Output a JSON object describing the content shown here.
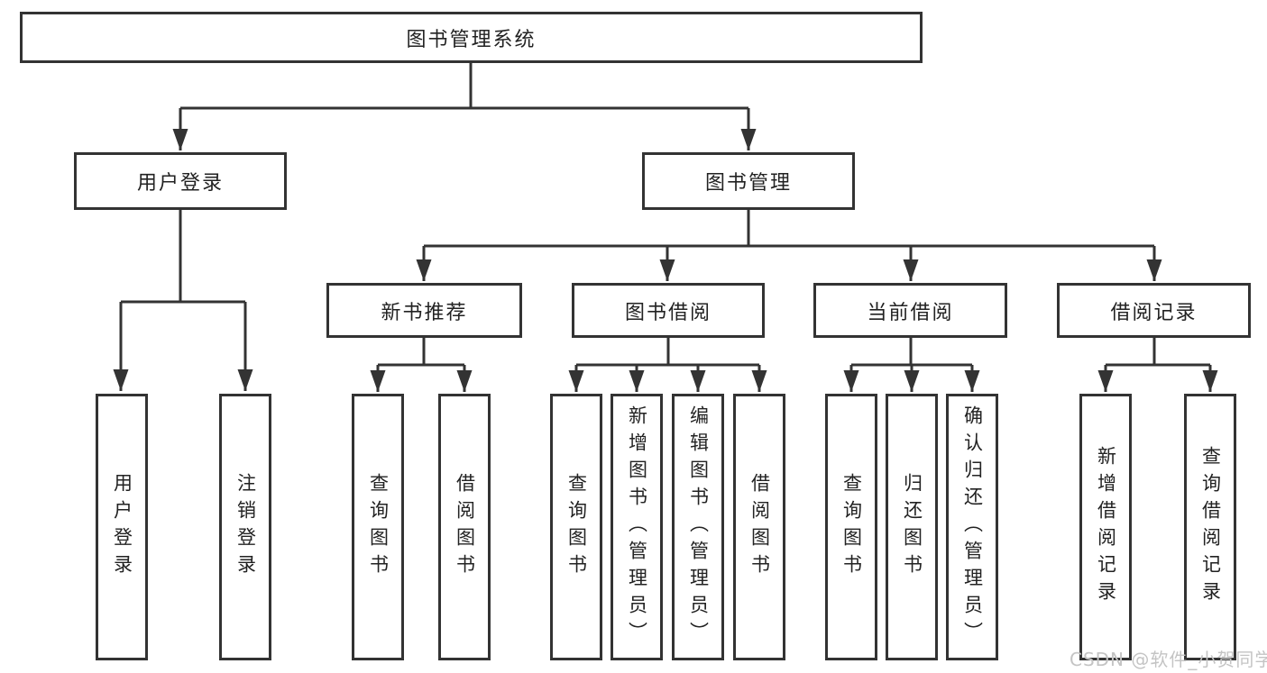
{
  "tree": {
    "label": "图书管理系统",
    "children": [
      {
        "label": "用户登录",
        "children": [
          {
            "label": "用户登录"
          },
          {
            "label": "注销登录"
          }
        ]
      },
      {
        "label": "图书管理",
        "children": [
          {
            "label": "新书推荐",
            "children": [
              {
                "label": "查询图书"
              },
              {
                "label": "借阅图书"
              }
            ]
          },
          {
            "label": "图书借阅",
            "children": [
              {
                "label": "查询图书"
              },
              {
                "label": "新增图书（管理员）"
              },
              {
                "label": "编辑图书（管理员）"
              },
              {
                "label": "借阅图书"
              }
            ]
          },
          {
            "label": "当前借阅",
            "children": [
              {
                "label": "查询图书"
              },
              {
                "label": "归还图书"
              },
              {
                "label": "确认归还（管理员）"
              }
            ]
          },
          {
            "label": "借阅记录",
            "children": [
              {
                "label": "新增借阅记录"
              },
              {
                "label": "查询借阅记录"
              }
            ]
          }
        ]
      }
    ]
  },
  "watermark": {
    "text": "CSDN @软件_小贺同学"
  },
  "colors": {
    "line": "#333333",
    "text": "#222222",
    "box_background": "#ffffff",
    "watermark": "#c4c4c4",
    "background": "#ffffff"
  }
}
